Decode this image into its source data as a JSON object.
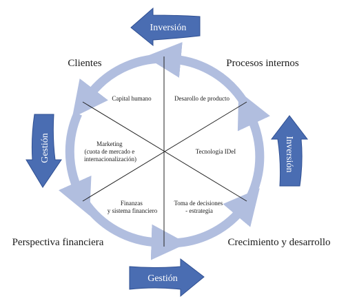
{
  "colors": {
    "ring": "#b1bedf",
    "ring_shadow": "#9aabd4",
    "dark_arrow": "#4a6db2",
    "dark_arrow_shadow": "#2f4f92",
    "line": "#222222"
  },
  "quadrants": {
    "top_left": "Clientes",
    "top_right": "Procesos internos",
    "bottom_left": "Perspectiva financiera",
    "bottom_right": "Crecimiento y desarrollo"
  },
  "segments": {
    "upper_left": [
      "Capital humano"
    ],
    "upper_right": [
      "Desarollo de producto"
    ],
    "left": [
      "Marketing",
      "(cuota de mercado e",
      "internacionalización)"
    ],
    "right": [
      "Tecnología IDeI"
    ],
    "lower_left": [
      "Finanzas",
      "y sistema financiero"
    ],
    "lower_right": [
      "Toma de decisiones",
      "- estrategia"
    ]
  },
  "outer_arrows": {
    "top": "Inversión",
    "right": "Inversión",
    "left": "Gestión",
    "bottom": "Gestión"
  }
}
